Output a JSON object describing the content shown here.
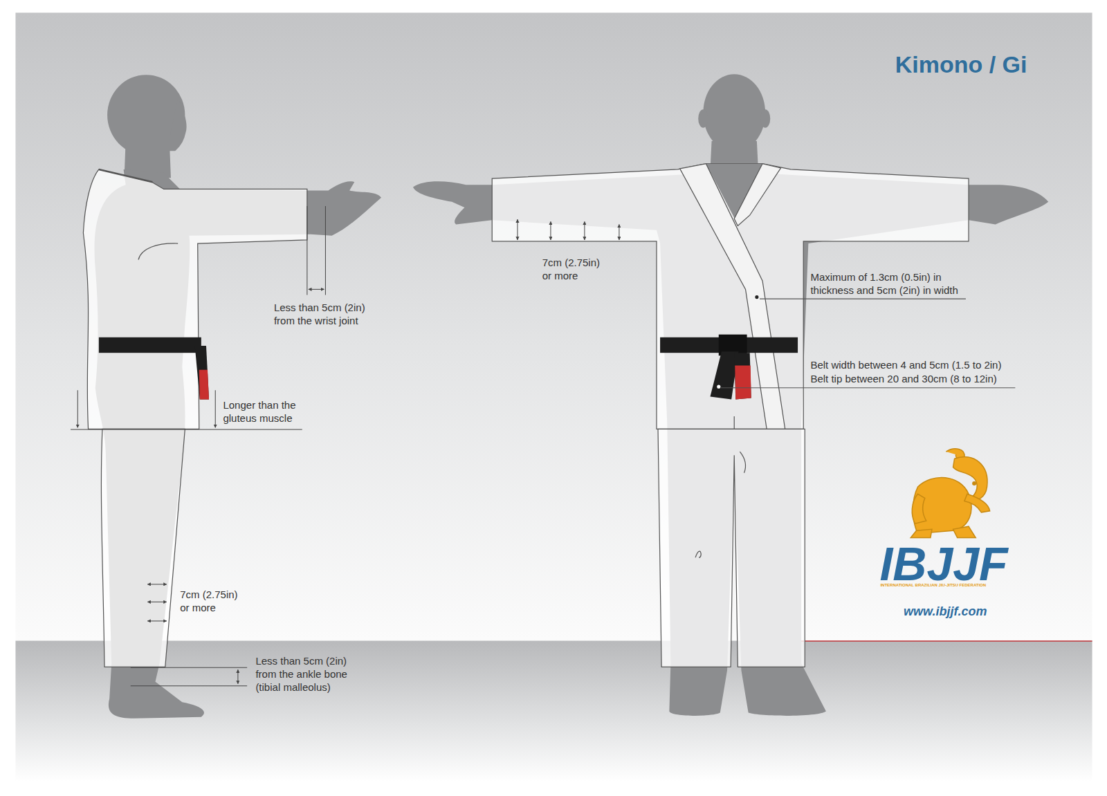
{
  "diagram": {
    "title": "Kimono / Gi",
    "labels": [
      "Less than 5cm (2in) from the wrist joint",
      "Longer than the gluteus muscle",
      "7cm (2.75in) or more",
      "Less than 5cm (2in) from the ankle bone (tibial malleolus)",
      "7cm (2.75in) or more",
      "Maximum of 1.3cm (0.5in) in thickness and 5cm (2in) in width",
      "Belt width between 4 and 5cm (1.5 to 2in)",
      "Belt tip between 20 and 30cm (8 to 12in)",
      "IBJJF",
      "INTERNATIONAL BRAZILIAN JIU-JITSU FEDERATION",
      "www.ibjjf.com"
    ]
  }
}
